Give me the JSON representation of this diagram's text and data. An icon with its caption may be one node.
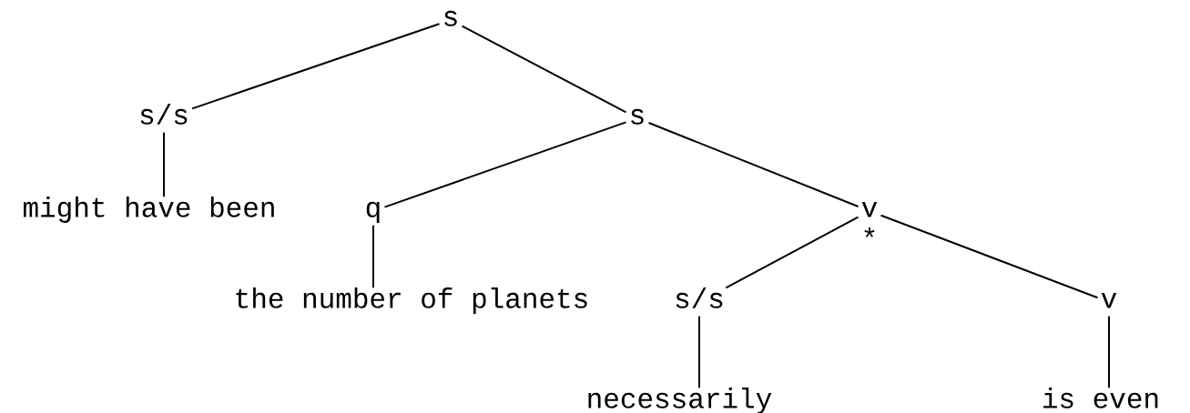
{
  "diagram": {
    "nodes": [
      {
        "text": [
          "s"
        ]
      },
      {
        "text": [
          "s/s"
        ]
      },
      {
        "text": [
          "s"
        ]
      },
      {
        "text": [
          "might have been"
        ]
      },
      {
        "text": [
          "q"
        ]
      },
      {
        "text": [
          "v"
        ],
        "beside": [
          "*"
        ]
      },
      {
        "text": [
          "the number of planets"
        ]
      },
      {
        "text": [
          "s/s"
        ]
      },
      {
        "text": [
          "v"
        ]
      },
      {
        "text": [
          "necessarily"
        ]
      },
      {
        "text": [
          "is even"
        ]
      }
    ],
    "edges": [
      {
        "from": 0,
        "to": 1,
        "arrow": "none"
      },
      {
        "from": 0,
        "to": 2,
        "arrow": "none"
      },
      {
        "from": 1,
        "to": 3,
        "arrow": "none"
      },
      {
        "from": 2,
        "to": 4,
        "arrow": "none"
      },
      {
        "from": 2,
        "to": 5,
        "arrow": "none"
      },
      {
        "from": 4,
        "to": 6,
        "arrow": "none"
      },
      {
        "from": 5,
        "to": 7,
        "arrow": "none"
      },
      {
        "from": 5,
        "to": 8,
        "arrow": "none"
      },
      {
        "from": 7,
        "to": 9,
        "arrow": "none"
      },
      {
        "from": 8,
        "to": 10,
        "arrow": "none"
      }
    ]
  }
}
